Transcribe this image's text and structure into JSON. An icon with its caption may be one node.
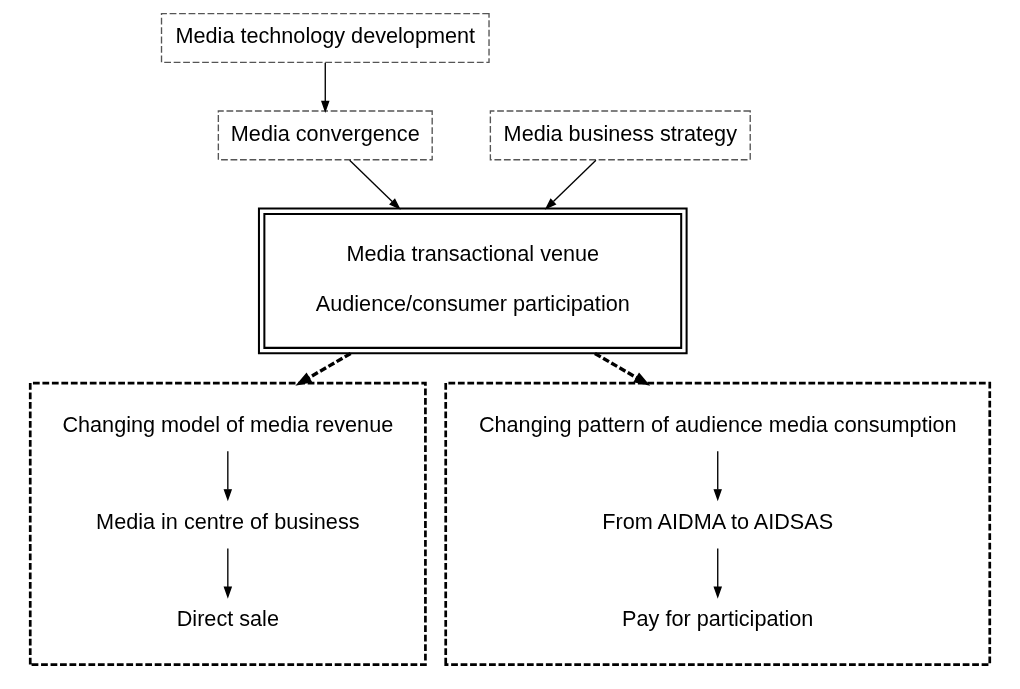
{
  "diagram": {
    "nodes": [
      {
        "text": [
          "Media technology development"
        ]
      },
      {
        "text": [
          "Media convergence"
        ]
      },
      {
        "text": [
          "Media business strategy"
        ]
      },
      {
        "text": [
          "Media transactional venue",
          "Audience/consumer participation"
        ]
      },
      {
        "text": [],
        "shape": "box"
      },
      {
        "text": [
          "Changing model of media revenue"
        ],
        "in": 4
      },
      {
        "text": [
          "Media in centre of business"
        ],
        "in": 4
      },
      {
        "text": [
          "Direct sale"
        ],
        "in": 4
      },
      {
        "text": [],
        "shape": "box"
      },
      {
        "text": [
          "Changing pattern of audience media consumption"
        ],
        "in": 8
      },
      {
        "text": [
          "From AIDMA to AIDSAS"
        ],
        "in": 8
      },
      {
        "text": [
          "Pay for participation"
        ],
        "in": 8
      }
    ],
    "edges": [
      {
        "from": 0,
        "to": 1,
        "arrow": "to"
      },
      {
        "from": 1,
        "to": 3,
        "arrow": "to"
      },
      {
        "from": 2,
        "to": 3,
        "arrow": "to"
      },
      {
        "from": 3,
        "to": 4,
        "arrow": "to",
        "style": "dashed"
      },
      {
        "from": 3,
        "to": 8,
        "arrow": "to",
        "style": "dashed"
      },
      {
        "from": 5,
        "to": 6,
        "arrow": "to"
      },
      {
        "from": 6,
        "to": 7,
        "arrow": "to"
      },
      {
        "from": 9,
        "to": 10,
        "arrow": "to"
      },
      {
        "from": 10,
        "to": 11,
        "arrow": "to"
      }
    ]
  }
}
